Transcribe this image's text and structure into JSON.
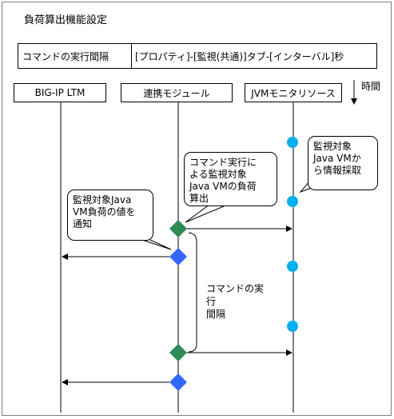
{
  "title": "負荷算出機能設定",
  "config": {
    "label": "コマンドの実行間隔",
    "value": "[プロパティ]-[監視(共通)]タブ-[インターバル]秒"
  },
  "lanes": [
    {
      "label": "BIG-IP LTM"
    },
    {
      "label": "連携モジュール"
    },
    {
      "label": "JVMモニタリソース"
    }
  ],
  "time_label": "時間",
  "balloons": {
    "collect": "監視対象\nJava VMか\nら情報採取",
    "calc": "コマンド実行に\nよる監視対象\nJava VMの負荷\n算出",
    "notify": "監視対象Java\nVM負荷の値を\n通知"
  },
  "interval_label": "コマンドの実行\n間隔",
  "colors": {
    "monitor_dot": "#00b0f0",
    "calc_diamond": "#2e8b57",
    "notify_diamond": "#3366ff",
    "line": "#000000"
  }
}
